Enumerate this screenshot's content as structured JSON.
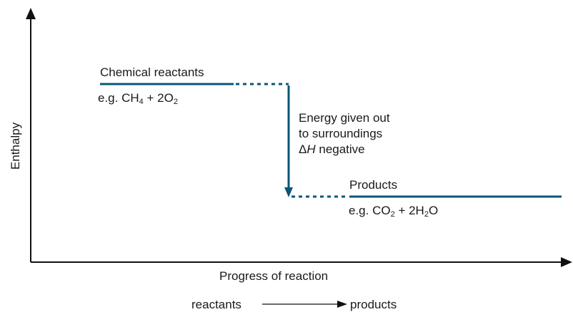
{
  "diagram": {
    "y_axis_label": "Enthalpy",
    "x_axis_label": "Progress of reaction",
    "reactants_level": {
      "label": "Chemical reactants",
      "example_prefix": "e.g. ",
      "example_formula": [
        "CH",
        "4",
        " + 2O",
        "2"
      ]
    },
    "products_level": {
      "label": "Products",
      "example_prefix": "e.g. ",
      "example_formula": [
        "CO",
        "2",
        " + 2H",
        "2",
        "O"
      ]
    },
    "energy_arrow": {
      "line1": "Energy given out",
      "line2": "to surroundings",
      "delta_symbol": "Δ",
      "quantity": "H",
      "sign_text": " negative"
    },
    "flow": {
      "from": "reactants",
      "to": "products"
    },
    "colors": {
      "level_line": "#0b5577",
      "axis": "#111111",
      "text": "#1a1a1a"
    }
  }
}
